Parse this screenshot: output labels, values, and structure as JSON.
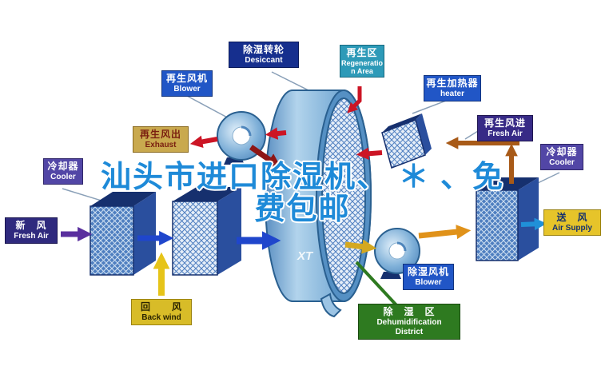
{
  "title": {
    "line1": "汕头市进口除湿机、 ＊ 、免",
    "line2": "费包邮"
  },
  "wheel": {
    "watermark": "XT"
  },
  "labels": {
    "desiccant": {
      "cn": "除湿转轮",
      "en": "Desiccant"
    },
    "regen_area": {
      "cn": "再生区",
      "en": "Regeneration Area"
    },
    "regen_blower": {
      "cn": "再生风机",
      "en": "Blower"
    },
    "regen_heater": {
      "cn": "再生加热器",
      "en": "heater"
    },
    "exhaust": {
      "cn": "再生风出",
      "en": "Exhaust"
    },
    "regen_fresh_air": {
      "cn": "再生风进",
      "en": "Fresh Air"
    },
    "cooler_left": {
      "cn": "冷却器",
      "en": "Cooler"
    },
    "cooler_right": {
      "cn": "冷却器",
      "en": "Cooler"
    },
    "fresh_air": {
      "cn": "新　风",
      "en": "Fresh Air"
    },
    "air_supply": {
      "cn": "送　风",
      "en": "Air Supply"
    },
    "back_wind": {
      "cn": "回　　风",
      "en": "Back wind"
    },
    "dehumid_blower": {
      "cn": "除湿风机",
      "en": "Blower"
    },
    "dehumid_area": {
      "cn": "除　湿　区",
      "en1": "Dehumidification",
      "en2": "District"
    }
  },
  "colors": {
    "title_blue": "#1e8ad8",
    "label_navy": "#162f8e",
    "label_teal": "#2d9ab8",
    "label_blue": "#2156c6",
    "label_tan": "#c9a94e",
    "label_purple": "#5246a6",
    "label_yellow": "#e6c42a",
    "label_green": "#2e7a20",
    "arrow_red": "#cc1525",
    "arrow_brown": "#a85a18",
    "arrow_blue": "#1f46cc",
    "arrow_yellow": "#e6c419"
  }
}
